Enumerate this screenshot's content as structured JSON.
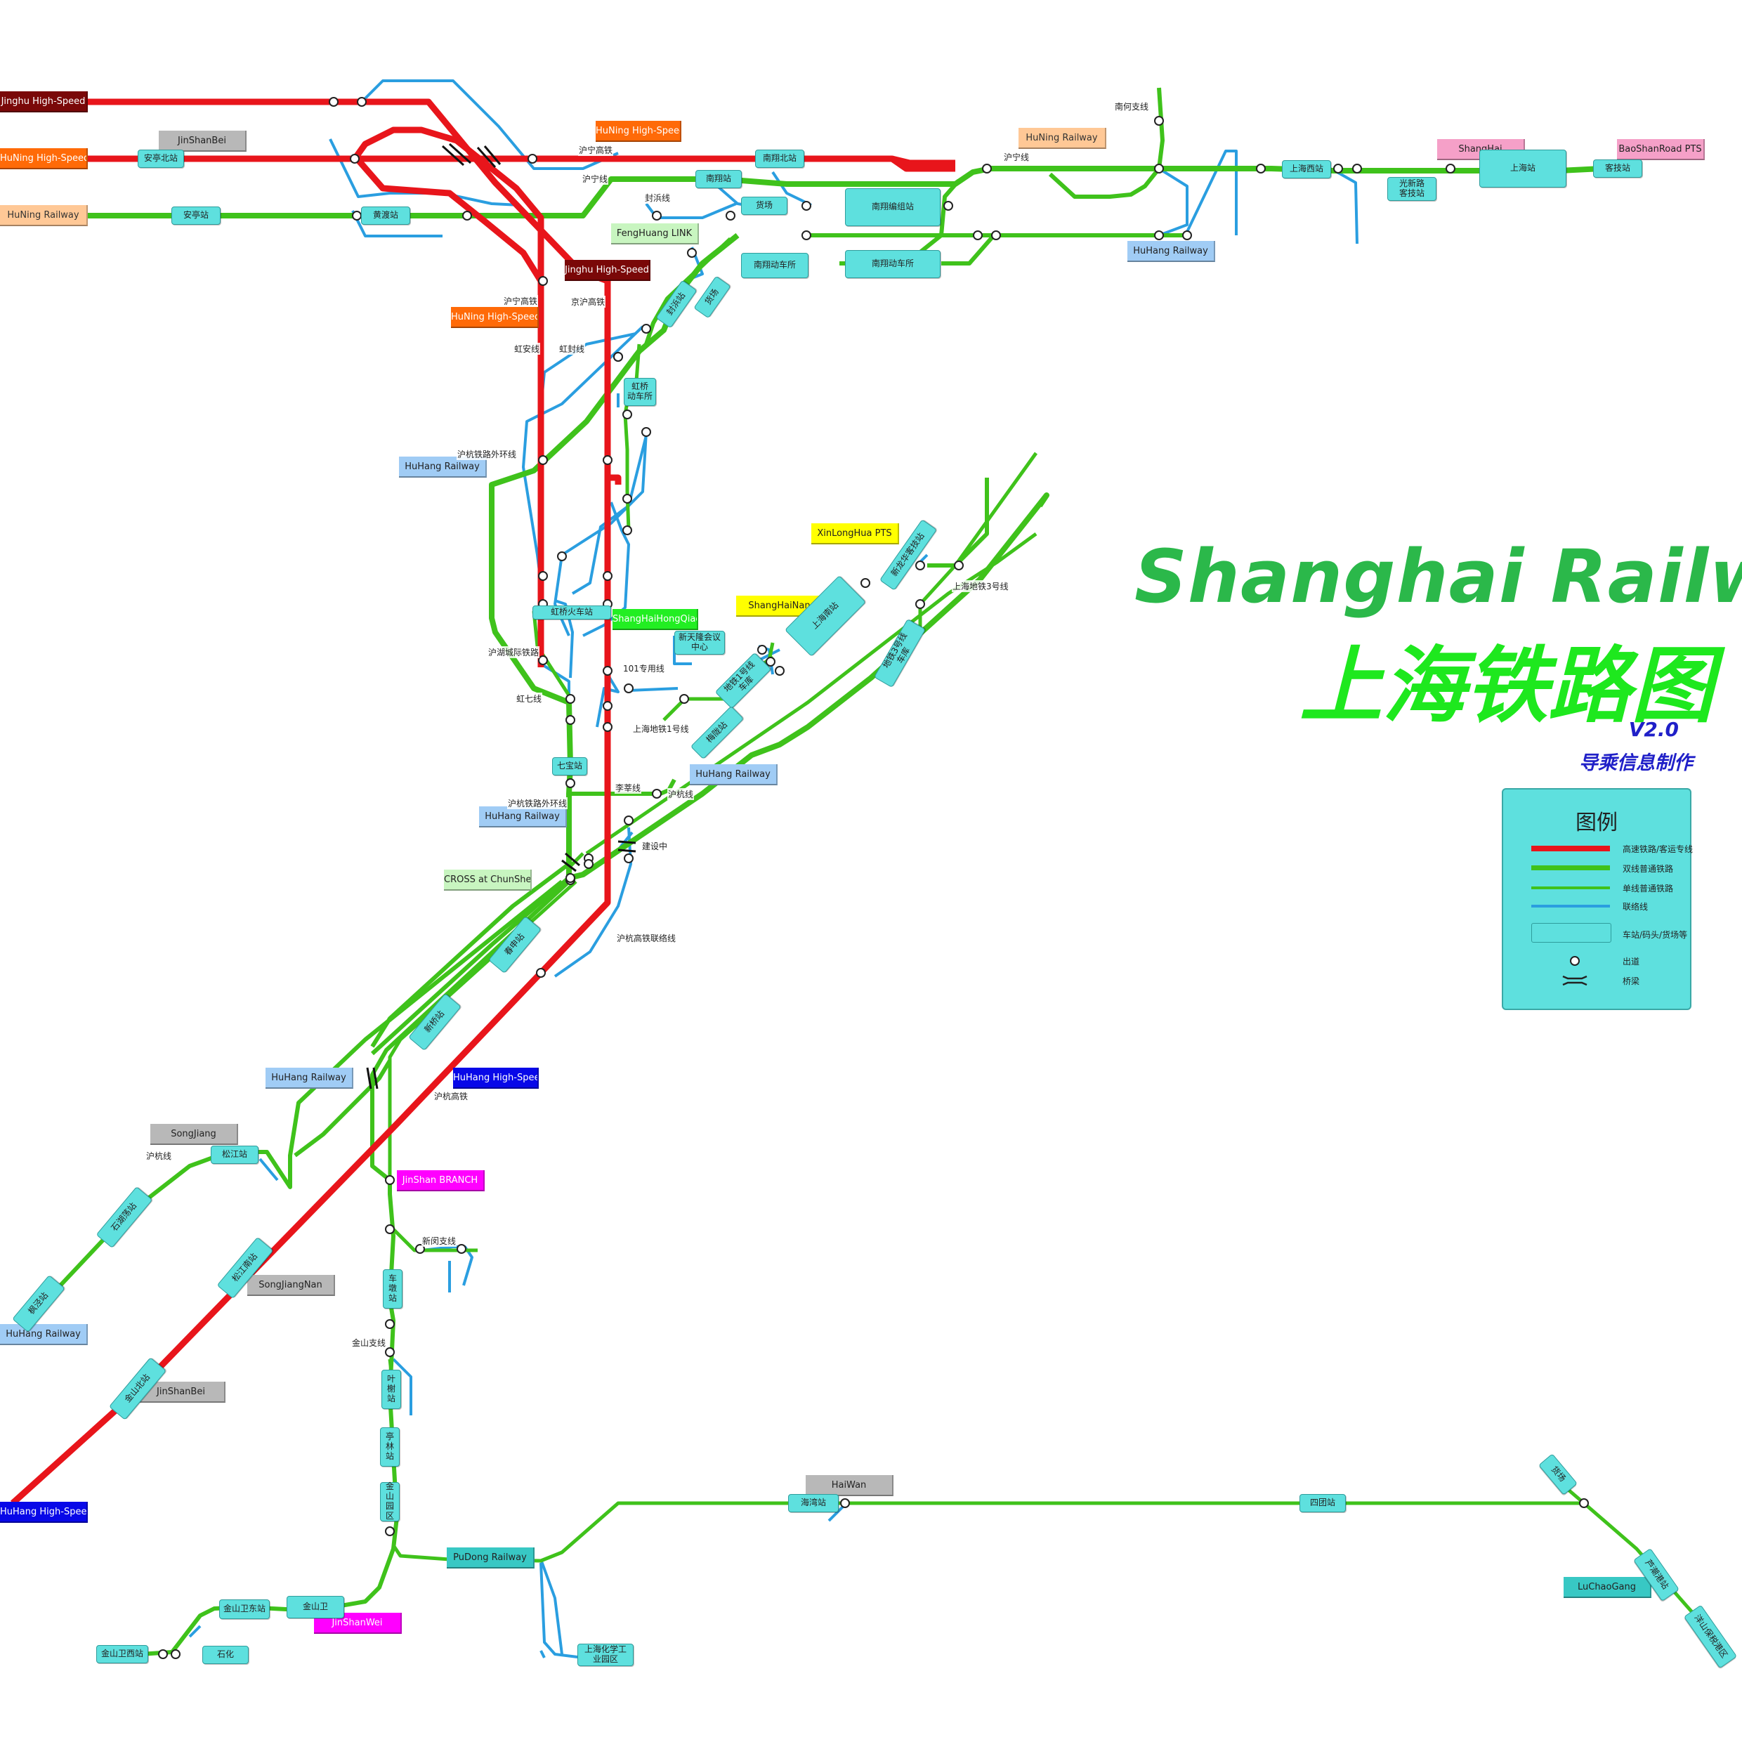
{
  "title_en": "Shanghai Railway",
  "title_cn": "上海铁路图",
  "version": "V2.0",
  "maker": "导乘信息制作",
  "colors": {
    "high_speed": "#e8151b",
    "double_track": "#3fc21b",
    "single_track": "#3fc21b",
    "link_line": "#2a9ee0",
    "station_fill": "#5ee0de",
    "station_border": "#2f9d9c"
  },
  "legend": {
    "title": "图例",
    "items": [
      {
        "key": "high_speed",
        "label": "高速铁路/客运专线"
      },
      {
        "key": "double_track",
        "label": "双线普通铁路"
      },
      {
        "key": "single_track",
        "label": "单线普通铁路"
      },
      {
        "key": "link_line",
        "label": "联络线"
      },
      {
        "key": "station",
        "label": "车站/码头/货场等"
      },
      {
        "key": "junction",
        "label": "出道"
      },
      {
        "key": "bridge",
        "label": "桥梁"
      }
    ]
  },
  "direction_tags": [
    {
      "id": "jinghu-hs-1",
      "label": "Jinghu High-Speed",
      "bg": "#7a0808",
      "fg": "#ffffff"
    },
    {
      "id": "huning-hs-1",
      "label": "HuNing High-Speed",
      "bg": "#ff6a08",
      "fg": "#ffffff"
    },
    {
      "id": "huning-rw-1",
      "label": "HuNing Railway",
      "bg": "#ffc896",
      "fg": "#333333"
    },
    {
      "id": "jinshanbei-1",
      "label": "JinShanBei",
      "bg": "#b8b8b8",
      "fg": "#222222"
    },
    {
      "id": "huning-hs-2",
      "label": "HuNing High-Speed",
      "bg": "#ff6a08",
      "fg": "#ffffff"
    },
    {
      "id": "huning-rw-2",
      "label": "HuNing Railway",
      "bg": "#ffc896",
      "fg": "#333333"
    },
    {
      "id": "shanghai",
      "label": "ShangHai",
      "bg": "#f5a0c8",
      "fg": "#222222"
    },
    {
      "id": "baoshanroad",
      "label": "BaoShanRoad PTS",
      "bg": "#f5a0c8",
      "fg": "#222222"
    },
    {
      "id": "fenghuang",
      "label": "FengHuang LINK",
      "bg": "#c8f5c0",
      "fg": "#222222"
    },
    {
      "id": "jinghu-hs-2",
      "label": "Jinghu High-Speed",
      "bg": "#7a0808",
      "fg": "#ffffff"
    },
    {
      "id": "huning-hs-3",
      "label": "HuNing High-Speed",
      "bg": "#ff6a08",
      "fg": "#ffffff"
    },
    {
      "id": "huhang-rw-1",
      "label": "HuHang Railway",
      "bg": "#a0ccf5",
      "fg": "#222222"
    },
    {
      "id": "huhang-rw-2",
      "label": "HuHang Railway",
      "bg": "#a0ccf5",
      "fg": "#222222"
    },
    {
      "id": "xinlonghua",
      "label": "XinLongHua PTS",
      "bg": "#ffff00",
      "fg": "#222222"
    },
    {
      "id": "shanghainan",
      "label": "ShangHaiNan",
      "bg": "#ffff00",
      "fg": "#222222"
    },
    {
      "id": "shanghaihongqiao",
      "label": "ShangHaiHongQiao",
      "bg": "#22ee22",
      "fg": "#ffffff"
    },
    {
      "id": "huhang-rw-3",
      "label": "HuHang Railway",
      "bg": "#a0ccf5",
      "fg": "#222222"
    },
    {
      "id": "huhang-rw-4",
      "label": "HuHang Railway",
      "bg": "#a0ccf5",
      "fg": "#222222"
    },
    {
      "id": "chunshen",
      "label": "CROSS at ChunShen",
      "bg": "#c8f5c0",
      "fg": "#222222"
    },
    {
      "id": "huhang-rw-5",
      "label": "HuHang Railway",
      "bg": "#a0ccf5",
      "fg": "#222222"
    },
    {
      "id": "huhang-hs",
      "label": "HuHang High-Speed",
      "bg": "#0808e8",
      "fg": "#ffffff"
    },
    {
      "id": "songjiang",
      "label": "SongJiang",
      "bg": "#b8b8b8",
      "fg": "#222222"
    },
    {
      "id": "jinshan-branch",
      "label": "JinShan BRANCH",
      "bg": "#ff00ff",
      "fg": "#ffffff"
    },
    {
      "id": "songjiangnan",
      "label": "SongJiangNan",
      "bg": "#b8b8b8",
      "fg": "#222222"
    },
    {
      "id": "huhang-rw-6",
      "label": "HuHang Railway",
      "bg": "#a0ccf5",
      "fg": "#222222"
    },
    {
      "id": "jinshanbei-2",
      "label": "JinShanBei",
      "bg": "#b8b8b8",
      "fg": "#222222"
    },
    {
      "id": "huhang-hs-2",
      "label": "HuHang High-Speed",
      "bg": "#0808e8",
      "fg": "#ffffff"
    },
    {
      "id": "haiwan",
      "label": "HaiWan",
      "bg": "#b8b8b8",
      "fg": "#222222"
    },
    {
      "id": "pudong",
      "label": "PuDong Railway",
      "bg": "#38c8c4",
      "fg": "#222222"
    },
    {
      "id": "jinshanwei",
      "label": "JinShanWei",
      "bg": "#ff00ff",
      "fg": "#ffffff"
    },
    {
      "id": "luchaogang",
      "label": "LuChaoGang",
      "bg": "#38c8c4",
      "fg": "#222222"
    }
  ],
  "stations": [
    {
      "id": "antingbei",
      "label": "安亭北站"
    },
    {
      "id": "anting",
      "label": "安亭站"
    },
    {
      "id": "huangdu",
      "label": "黄渡站"
    },
    {
      "id": "nanxiangbei",
      "label": "南翔北站"
    },
    {
      "id": "nanxiang",
      "label": "南翔站"
    },
    {
      "id": "huochang-1",
      "label": "货场"
    },
    {
      "id": "nanxiang-yard",
      "label": "南翔编组站"
    },
    {
      "id": "nanxiang-emu-1",
      "label": "南翔动车所"
    },
    {
      "id": "nanxiang-emu-2",
      "label": "南翔动车所"
    },
    {
      "id": "shanghaixi",
      "label": "上海西站"
    },
    {
      "id": "guangxinlu",
      "label": "光新路\n客技站"
    },
    {
      "id": "shanghai",
      "label": "上海站"
    },
    {
      "id": "keji",
      "label": "客技站"
    },
    {
      "id": "fengqiao",
      "label": "封浜站"
    },
    {
      "id": "huochang-2",
      "label": "货场"
    },
    {
      "id": "hongqiao-emu",
      "label": "虹桥\n动车所"
    },
    {
      "id": "hongqiao",
      "label": "虹桥火车站"
    },
    {
      "id": "xintiandi",
      "label": "新天隆会议\n中心"
    },
    {
      "id": "metro1-depot",
      "label": "地铁1号线\n车库"
    },
    {
      "id": "shanghainan",
      "label": "上海南站"
    },
    {
      "id": "xinlonghua",
      "label": "新龙华客技站"
    },
    {
      "id": "metro3-depot",
      "label": "地铁3号线\n车库"
    },
    {
      "id": "meilong",
      "label": "梅陇站"
    },
    {
      "id": "qibao",
      "label": "七宝站"
    },
    {
      "id": "chunshen",
      "label": "春申站"
    },
    {
      "id": "xinqiao",
      "label": "新桥站"
    },
    {
      "id": "songjiang",
      "label": "松江站"
    },
    {
      "id": "shihudang",
      "label": "石湖荡站"
    },
    {
      "id": "fengjing",
      "label": "枫泾站"
    },
    {
      "id": "songjiangnan",
      "label": "松江南站"
    },
    {
      "id": "jinshanbei",
      "label": "金山北站"
    },
    {
      "id": "chedun",
      "label": "车\n墩\n站"
    },
    {
      "id": "yexie",
      "label": "叶\n榭\n站"
    },
    {
      "id": "tinglin",
      "label": "亭\n林\n站"
    },
    {
      "id": "jinshanyuanqu",
      "label": "金\n山\n园\n区"
    },
    {
      "id": "jinshanweidong",
      "label": "金山卫东站"
    },
    {
      "id": "jinshanwei",
      "label": "金山卫"
    },
    {
      "id": "jinshanweixi",
      "label": "金山卫西站"
    },
    {
      "id": "shihua",
      "label": "石化"
    },
    {
      "id": "huagong",
      "label": "上海化学工\n业园区"
    },
    {
      "id": "haiwan",
      "label": "海湾站"
    },
    {
      "id": "sidun",
      "label": "四团站"
    },
    {
      "id": "huochang-3",
      "label": "货场"
    },
    {
      "id": "luchao",
      "label": "芦潮港站"
    },
    {
      "id": "yangshan",
      "label": "洋山保税港区"
    }
  ],
  "line_labels": [
    {
      "id": "huninggaotie",
      "label": "沪宁高铁"
    },
    {
      "id": "huningxian",
      "label": "沪宁线"
    },
    {
      "id": "huningxian-2",
      "label": "沪宁线"
    },
    {
      "id": "fengbangxian",
      "label": "封浜线"
    },
    {
      "id": "nanhezhixian",
      "label": "南何支线"
    },
    {
      "id": "huninggaotie-2",
      "label": "沪宁高铁"
    },
    {
      "id": "jinghugaotie",
      "label": "京沪高铁"
    },
    {
      "id": "honganxian",
      "label": "虹安线"
    },
    {
      "id": "hongfengxian",
      "label": "虹封线"
    },
    {
      "id": "huhangwaihuan",
      "label": "沪杭铁路外环线"
    },
    {
      "id": "huhucity",
      "label": "沪湖城际铁路"
    },
    {
      "id": "101line",
      "label": "101专用线"
    },
    {
      "id": "hongqixian",
      "label": "虹七线"
    },
    {
      "id": "metro1",
      "label": "上海地铁1号线"
    },
    {
      "id": "metro3",
      "label": "上海地铁3号线"
    },
    {
      "id": "xinxinxian",
      "label": "李莘线"
    },
    {
      "id": "huhangxian",
      "label": "沪杭线"
    },
    {
      "id": "huhangwaihuan-2",
      "label": "沪杭铁路外环线"
    },
    {
      "id": "jianshezhong",
      "label": "建设中"
    },
    {
      "id": "huhanglianluo",
      "label": "沪杭高铁联络线"
    },
    {
      "id": "huhanggaotie",
      "label": "沪杭高铁"
    },
    {
      "id": "huhangxian-2",
      "label": "沪杭线"
    },
    {
      "id": "xinminzhixian",
      "label": "新闵支线"
    },
    {
      "id": "jinshanzhixian",
      "label": "金山支线"
    }
  ]
}
